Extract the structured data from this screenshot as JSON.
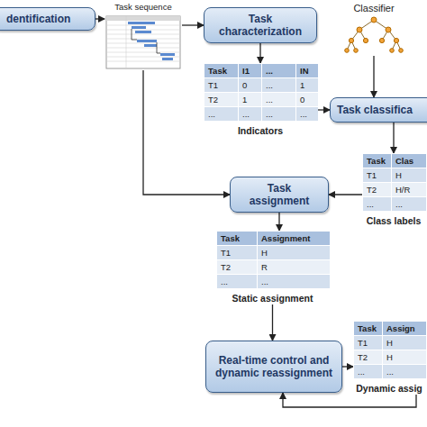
{
  "diagram": {
    "nodes": [
      {
        "text": [
          "dentification"
        ]
      },
      {
        "text": [
          "Task sequence"
        ]
      },
      {
        "text": [
          "Task characterization"
        ]
      },
      {
        "text": [
          "Classifier"
        ]
      },
      {
        "text": [
          "Task",
          "I1",
          "...",
          "IN",
          "T1",
          "0",
          "...",
          "1",
          "T2",
          "1",
          "...",
          "0",
          "...",
          "...",
          "...",
          "...",
          "Indicators"
        ]
      },
      {
        "text": [
          "Task classifica"
        ]
      },
      {
        "text": [
          "Task",
          "Clas",
          "T1",
          "H",
          "T2",
          "H/R",
          "...",
          "...",
          "Class labels"
        ]
      },
      {
        "text": [
          "Task assignment"
        ]
      },
      {
        "text": [
          "Task",
          "Assignment",
          "T1",
          "H",
          "T2",
          "R",
          "...",
          "...",
          "Static assignment"
        ]
      },
      {
        "text": [
          "Real-time control and dynamic reassignment"
        ]
      },
      {
        "text": [
          "Task",
          "Assign",
          "T1",
          "H",
          "T2",
          "H",
          "...",
          "...",
          "Dynamic assig"
        ]
      }
    ],
    "edges": [
      {
        "from": 0,
        "to": 1,
        "arrow": "to"
      },
      {
        "from": 1,
        "to": 2,
        "arrow": "to"
      },
      {
        "from": 2,
        "to": 4,
        "arrow": "to"
      },
      {
        "from": 4,
        "to": 5,
        "arrow": "to"
      },
      {
        "from": 3,
        "to": 5,
        "arrow": "to"
      },
      {
        "from": 5,
        "to": 6,
        "arrow": "to"
      },
      {
        "from": 6,
        "to": 7,
        "arrow": "to"
      },
      {
        "from": 1,
        "to": 7,
        "arrow": "to"
      },
      {
        "from": 7,
        "to": 8,
        "arrow": "to"
      },
      {
        "from": 8,
        "to": 9,
        "arrow": "to"
      },
      {
        "from": 9,
        "to": 10,
        "arrow": "to"
      },
      {
        "from": 10,
        "to": 9,
        "arrow": "to"
      }
    ]
  }
}
